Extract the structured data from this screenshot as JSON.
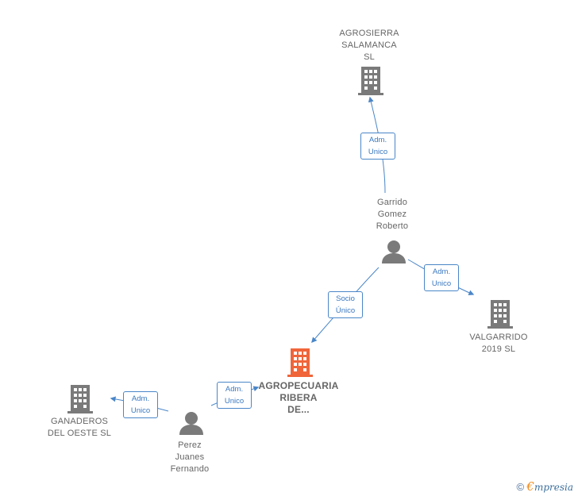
{
  "nodes": {
    "agrosierra": {
      "label": "AGROSIERRA\nSALAMANCA\nSL",
      "type": "company",
      "color": "#7a7a7a"
    },
    "garrido": {
      "label": "Garrido\nGomez\nRoberto",
      "type": "person",
      "color": "#7a7a7a"
    },
    "valgarrido": {
      "label": "VALGARRIDO\n2019 SL",
      "type": "company",
      "color": "#7a7a7a"
    },
    "agropecuaria": {
      "label": "AGROPECUARIA\nRIBERA\nDE...",
      "type": "company",
      "color": "#f0653a"
    },
    "ganaderos": {
      "label": "GANADEROS\nDEL OESTE SL",
      "type": "company",
      "color": "#7a7a7a"
    },
    "perez": {
      "label": "Perez\nJuanes\nFernando",
      "type": "person",
      "color": "#7a7a7a"
    }
  },
  "edges": {
    "garrido_agrosierra": "Adm.\nUnico",
    "garrido_valgarrido": "Adm.\nUnico",
    "garrido_agropecuaria": "Socio\nÚnico",
    "perez_agropecuaria": "Adm.\nUnico",
    "perez_ganaderos": "Adm.\nUnico"
  },
  "colors": {
    "edge": "#4a86c8",
    "icon": "#7a7a7a",
    "focus": "#f0653a"
  },
  "watermark": {
    "copyright": "©",
    "brand_first": "€",
    "brand_rest": "mpresia"
  }
}
